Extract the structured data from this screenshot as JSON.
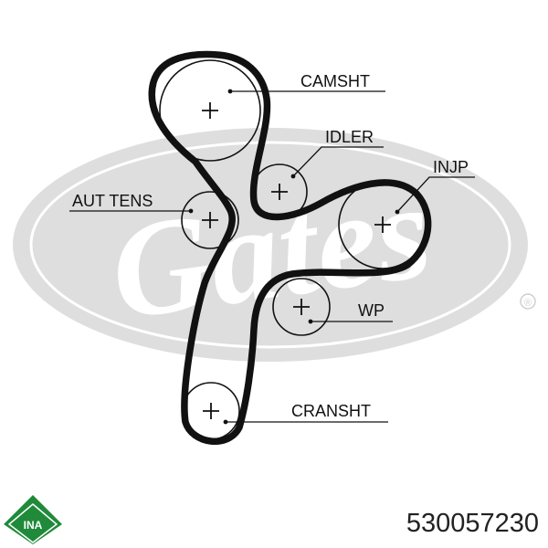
{
  "labels": {
    "camshaft": "CAMSHT",
    "idler": "IDLER",
    "injection_pump": "INJP",
    "auto_tensioner": "AUT TENS",
    "water_pump": "WP",
    "crankshaft": "CRANSHT"
  },
  "watermark": {
    "text": "Gates",
    "registered_mark": "®",
    "color": "#dedede"
  },
  "brand_logo": {
    "text": "INA",
    "color": "#1f8a3a"
  },
  "part_number": "530057230",
  "colors": {
    "belt": "#111111",
    "text": "#111111"
  }
}
